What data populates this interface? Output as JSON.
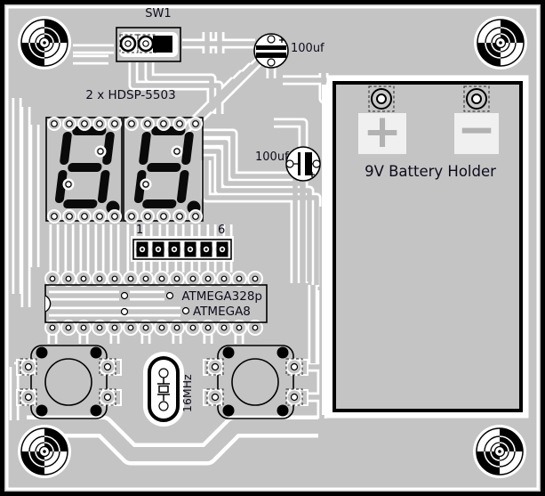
{
  "board": {
    "colors": {
      "copper_pour": "#c4c4c4",
      "clearance": "#ffffff",
      "silkscreen": "#000000",
      "label_text": "#0c0c1c",
      "battery_symbol_gray": "#b2b2b2"
    },
    "components": {
      "sw1": {
        "label": "SW1",
        "type": "jumper-header"
      },
      "displays": {
        "label": "2 x HDSP-5503",
        "count": 2
      },
      "cap_top": {
        "label": "100uf"
      },
      "cap_mid": {
        "label": "100uf"
      },
      "pin_header": {
        "pin_first": "1",
        "pin_last": "6"
      },
      "mcu": {
        "label_primary": "ATMEGA328p",
        "label_secondary": "ATMEGA8"
      },
      "crystal": {
        "label": "16MHz"
      },
      "battery": {
        "label": "9V Battery Holder",
        "positive": "+",
        "negative": "−"
      }
    }
  }
}
